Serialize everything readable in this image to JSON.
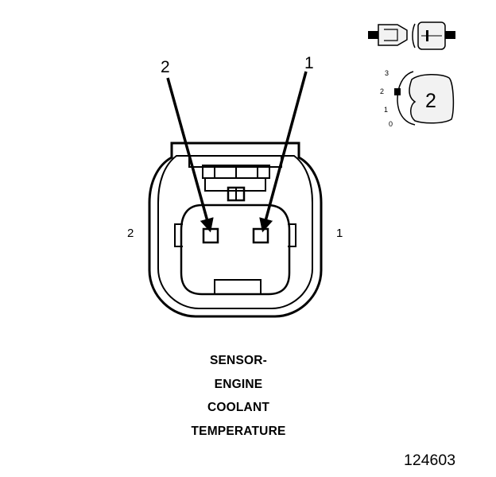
{
  "callouts": {
    "pin_2": "2",
    "pin_1": "1"
  },
  "side_labels": {
    "left": "2",
    "right": "1"
  },
  "key_indicator": {
    "scale": [
      "3",
      "2",
      "1",
      "0"
    ],
    "key_number": "2"
  },
  "caption": [
    "SENSOR-",
    "ENGINE",
    "COOLANT",
    "TEMPERATURE"
  ],
  "figure_number": "124603",
  "colors": {
    "line": "#000000",
    "background": "#ffffff",
    "key_fill": "#f2f2f2"
  }
}
